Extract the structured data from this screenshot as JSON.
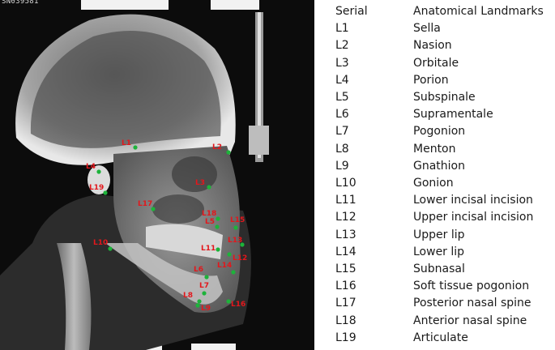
{
  "specimen_id": "SN039581",
  "table": {
    "header_serial": "Serial",
    "header_landmarks": "Anatomical Landmarks",
    "rows": [
      {
        "serial": "L1",
        "name": "Sella"
      },
      {
        "serial": "L2",
        "name": "Nasion"
      },
      {
        "serial": "L3",
        "name": "Orbitale"
      },
      {
        "serial": "L4",
        "name": "Porion"
      },
      {
        "serial": "L5",
        "name": "Subspinale"
      },
      {
        "serial": "L6",
        "name": "Supramentale"
      },
      {
        "serial": "L7",
        "name": "Pogonion"
      },
      {
        "serial": "L8",
        "name": "Menton"
      },
      {
        "serial": "L9",
        "name": "Gnathion"
      },
      {
        "serial": "L10",
        "name": "Gonion"
      },
      {
        "serial": "L11",
        "name": "Lower incisal incision"
      },
      {
        "serial": "L12",
        "name": "Upper incisal incision"
      },
      {
        "serial": "L13",
        "name": "Upper lip"
      },
      {
        "serial": "L14",
        "name": "Lower lip"
      },
      {
        "serial": "L15",
        "name": "Subnasal"
      },
      {
        "serial": "L16",
        "name": "Soft tissue pogonion"
      },
      {
        "serial": "L17",
        "name": "Posterior nasal spine"
      },
      {
        "serial": "L18",
        "name": "Anterior nasal spine"
      },
      {
        "serial": "L19",
        "name": "Articulate"
      }
    ]
  },
  "landmarks": [
    {
      "label": "L1"
    },
    {
      "label": "L2"
    },
    {
      "label": "L3"
    },
    {
      "label": "L4"
    },
    {
      "label": "L5"
    },
    {
      "label": "L6"
    },
    {
      "label": "L7"
    },
    {
      "label": "L8"
    },
    {
      "label": "L9"
    },
    {
      "label": "L10"
    },
    {
      "label": "L11"
    },
    {
      "label": "L12"
    },
    {
      "label": "L13"
    },
    {
      "label": "L14"
    },
    {
      "label": "L15"
    },
    {
      "label": "L16"
    },
    {
      "label": "L17"
    },
    {
      "label": "L18"
    },
    {
      "label": "L19"
    }
  ],
  "colors": {
    "point": "#1db33a",
    "label": "#e3171c",
    "background": "#0c0c0c"
  }
}
